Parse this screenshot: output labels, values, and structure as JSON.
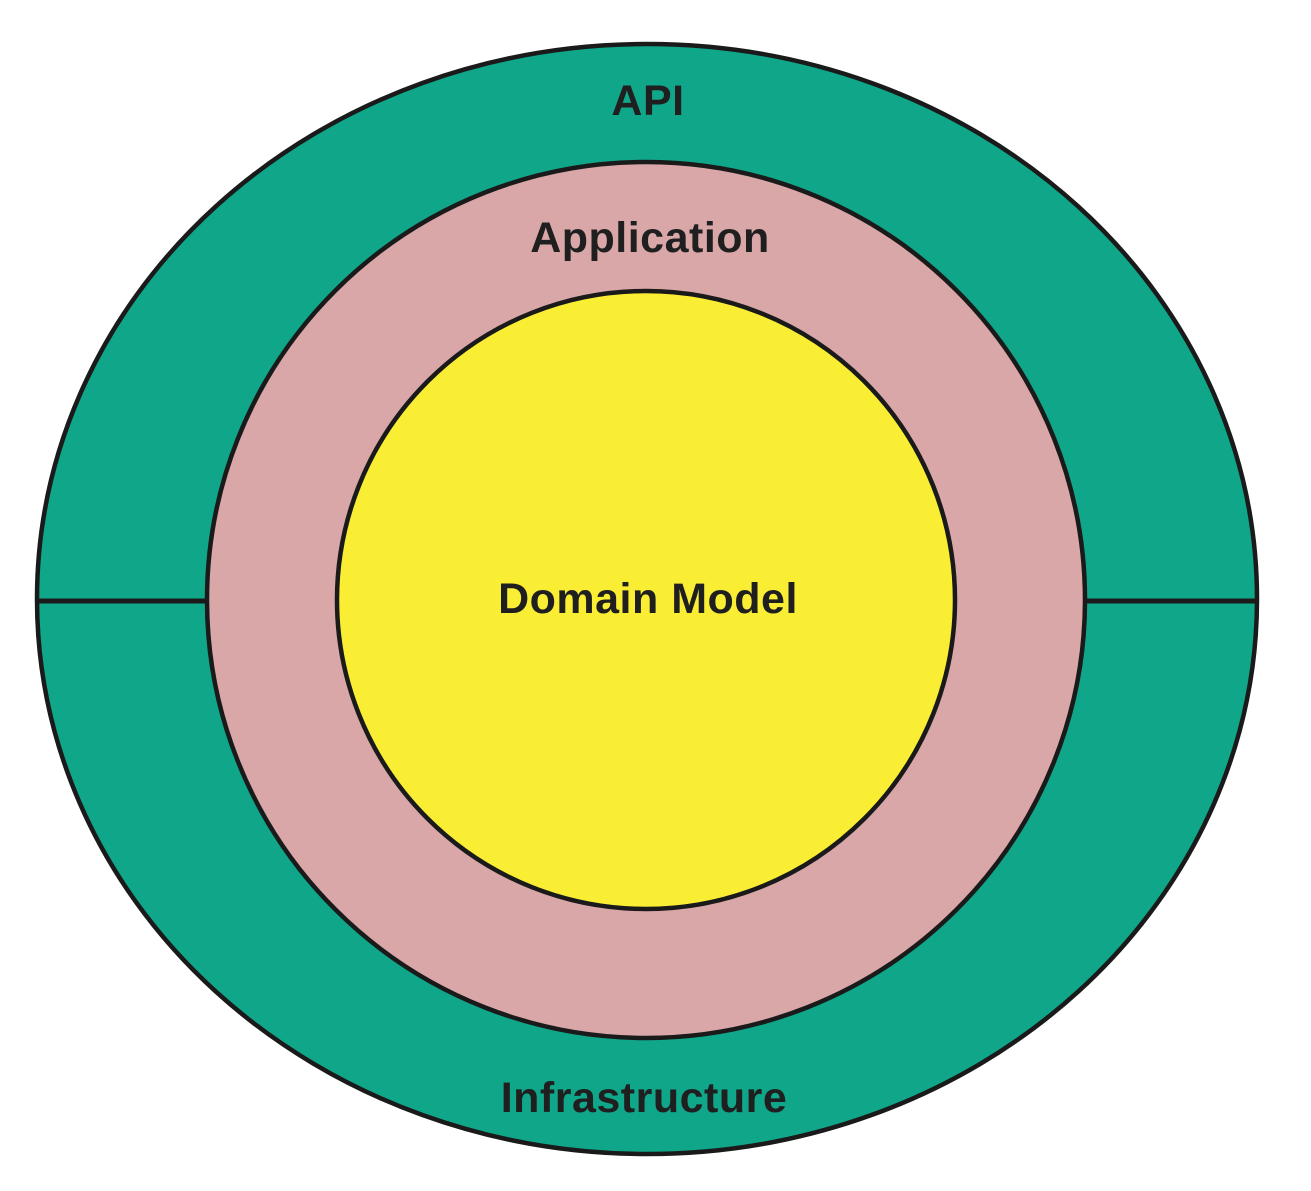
{
  "diagram": {
    "title": "Onion architecture diagram",
    "rings": {
      "outer": {
        "label_top": "API",
        "label_bottom": "Infrastructure",
        "fill": "#10A689"
      },
      "middle": {
        "label": "Application",
        "fill": "#D9A7A8"
      },
      "inner": {
        "label": "Domain Model",
        "fill": "#FAEE35"
      }
    },
    "colors": {
      "stroke": "#1A1A1A",
      "text": "#1F1F1F",
      "background": "#FFFFFF"
    }
  }
}
